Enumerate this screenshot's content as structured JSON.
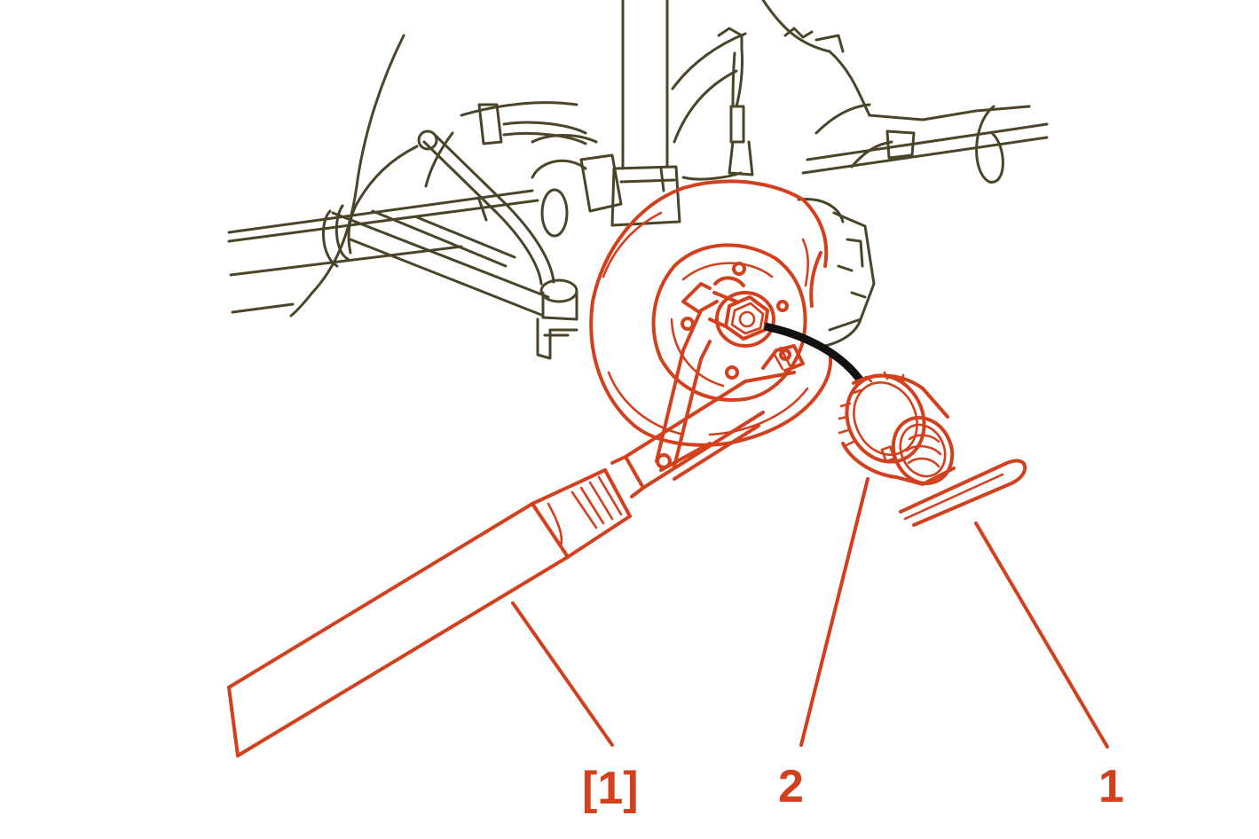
{
  "colors": {
    "highlight": "#d2401e",
    "linework": "#4a4528",
    "arrow": "#111111",
    "background": "#ffffff"
  },
  "callouts": {
    "tool": "[1]",
    "part_2": "2",
    "part_1": "1"
  }
}
